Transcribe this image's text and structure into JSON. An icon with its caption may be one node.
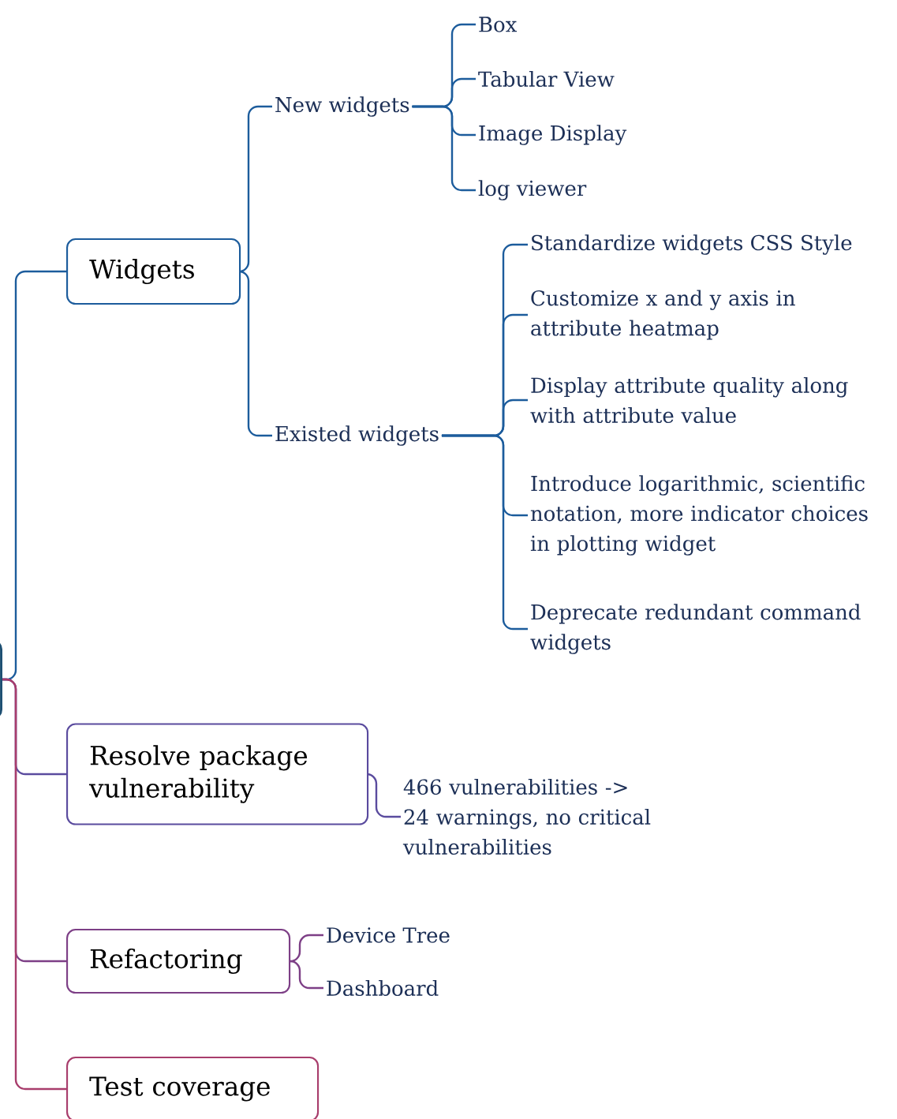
{
  "diagram": {
    "nodes": [
      {
        "text": [],
        "shape": "box"
      },
      {
        "text": [
          "Widgets"
        ]
      },
      {
        "text": [
          "New widgets"
        ]
      },
      {
        "text": [
          "Box"
        ]
      },
      {
        "text": [
          "Tabular View"
        ]
      },
      {
        "text": [
          "Image Display"
        ]
      },
      {
        "text": [
          "log viewer"
        ]
      },
      {
        "text": [
          "Existed widgets"
        ]
      },
      {
        "text": [
          "Standardize widgets CSS Style"
        ]
      },
      {
        "text": [
          "Customize x and y axis in attribute heatmap"
        ]
      },
      {
        "text": [
          "Display attribute quality along with attribute value"
        ]
      },
      {
        "text": [
          "Introduce logarithmic, scientific notation, more indicator choices in plotting widget"
        ]
      },
      {
        "text": [
          "Deprecate redundant command widgets"
        ]
      },
      {
        "text": [
          "Resolve package vulnerability"
        ]
      },
      {
        "text": [
          "466 vulnerabilities -> 24 warnings, no critical vulnerabilities"
        ]
      },
      {
        "text": [
          "Refactoring"
        ]
      },
      {
        "text": [
          "Device Tree"
        ]
      },
      {
        "text": [
          "Dashboard"
        ]
      },
      {
        "text": [
          "Test coverage"
        ]
      }
    ],
    "edges": [
      {
        "from": 0,
        "to": 1,
        "arrow": "none"
      },
      {
        "from": 1,
        "to": 2,
        "arrow": "none"
      },
      {
        "from": 2,
        "to": 3,
        "arrow": "none"
      },
      {
        "from": 2,
        "to": 4,
        "arrow": "none"
      },
      {
        "from": 2,
        "to": 5,
        "arrow": "none"
      },
      {
        "from": 2,
        "to": 6,
        "arrow": "none"
      },
      {
        "from": 1,
        "to": 7,
        "arrow": "none"
      },
      {
        "from": 7,
        "to": 8,
        "arrow": "none"
      },
      {
        "from": 7,
        "to": 9,
        "arrow": "none"
      },
      {
        "from": 7,
        "to": 10,
        "arrow": "none"
      },
      {
        "from": 7,
        "to": 11,
        "arrow": "none"
      },
      {
        "from": 7,
        "to": 12,
        "arrow": "none"
      },
      {
        "from": 0,
        "to": 13,
        "arrow": "none",
        "color": "#5a4b9e"
      },
      {
        "from": 13,
        "to": 14,
        "arrow": "none",
        "color": "#5a4b9e"
      },
      {
        "from": 0,
        "to": 15,
        "arrow": "none",
        "color": "#7d3f86"
      },
      {
        "from": 15,
        "to": 16,
        "arrow": "none",
        "color": "#7d3f86"
      },
      {
        "from": 15,
        "to": 17,
        "arrow": "none",
        "color": "#7d3f86"
      },
      {
        "from": 0,
        "to": 18,
        "arrow": "none",
        "color": "#a83d6c"
      }
    ]
  }
}
